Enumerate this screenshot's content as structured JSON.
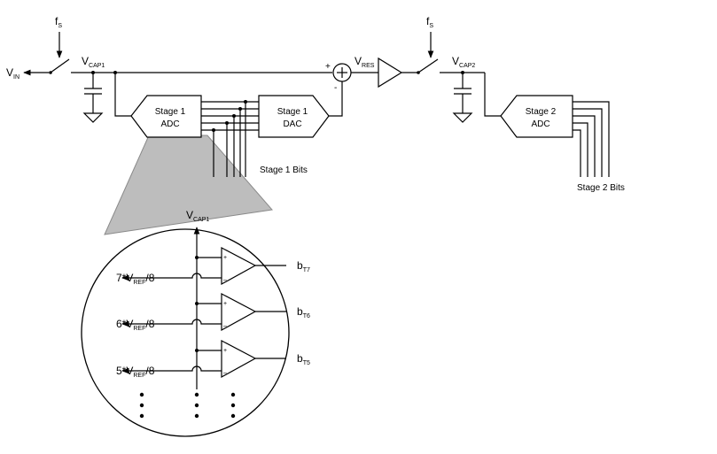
{
  "signals": {
    "vin": "V",
    "vin_sub": "IN",
    "vcap1": "V",
    "vcap1_sub": "CAP1",
    "vres": "V",
    "vres_sub": "RES",
    "vcap2": "V",
    "vcap2_sub": "CAP2",
    "fs1": "f",
    "fs1_sub": "S",
    "fs2": "f",
    "fs2_sub": "S",
    "plus_sign": "+",
    "minus_sign": "-"
  },
  "blocks": {
    "stage1_adc_line1": "Stage 1",
    "stage1_adc_line2": "ADC",
    "stage1_dac_line1": "Stage 1",
    "stage1_dac_line2": "DAC",
    "stage2_adc_line1": "Stage 2",
    "stage2_adc_line2": "ADC",
    "stage1_bits": "Stage 1 Bits",
    "stage2_bits": "Stage 2 Bits"
  },
  "zoom": {
    "vcap1": "V",
    "vcap1_sub": "CAP1",
    "comparator_plus": "+",
    "comparator_minus": "–",
    "refs": [
      {
        "main": "7*V",
        "sub": "REF",
        "tail": "/8",
        "out": "b",
        "out_sub": "T7"
      },
      {
        "main": "6*V",
        "sub": "REF",
        "tail": "/8",
        "out": "b",
        "out_sub": "T6"
      },
      {
        "main": "5*V",
        "sub": "REF",
        "tail": "/8",
        "out": "b",
        "out_sub": "T5"
      }
    ]
  }
}
